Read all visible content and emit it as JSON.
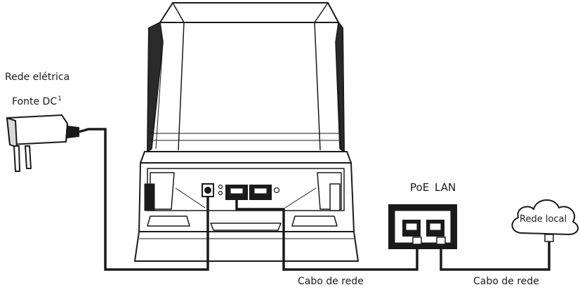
{
  "labels": {
    "mains": "Rede elétrica",
    "dc_source": "Fonte DC",
    "dc_source_note": "1",
    "poe_port": "PoE",
    "lan_port": "LAN",
    "local_network": "Rede local",
    "network_cable_1": "Cabo de rede",
    "network_cable_2": "Cabo de rede"
  },
  "colors": {
    "stroke": "#1a1a1a",
    "fill_light": "#ffffff",
    "fill_shadow": "#d9d9d9",
    "fill_dark": "#1a1a1a"
  },
  "icons": [
    "power-adapter-icon",
    "access-point-icon",
    "poe-injector-icon",
    "cloud-icon",
    "rj45-connector-icon"
  ]
}
